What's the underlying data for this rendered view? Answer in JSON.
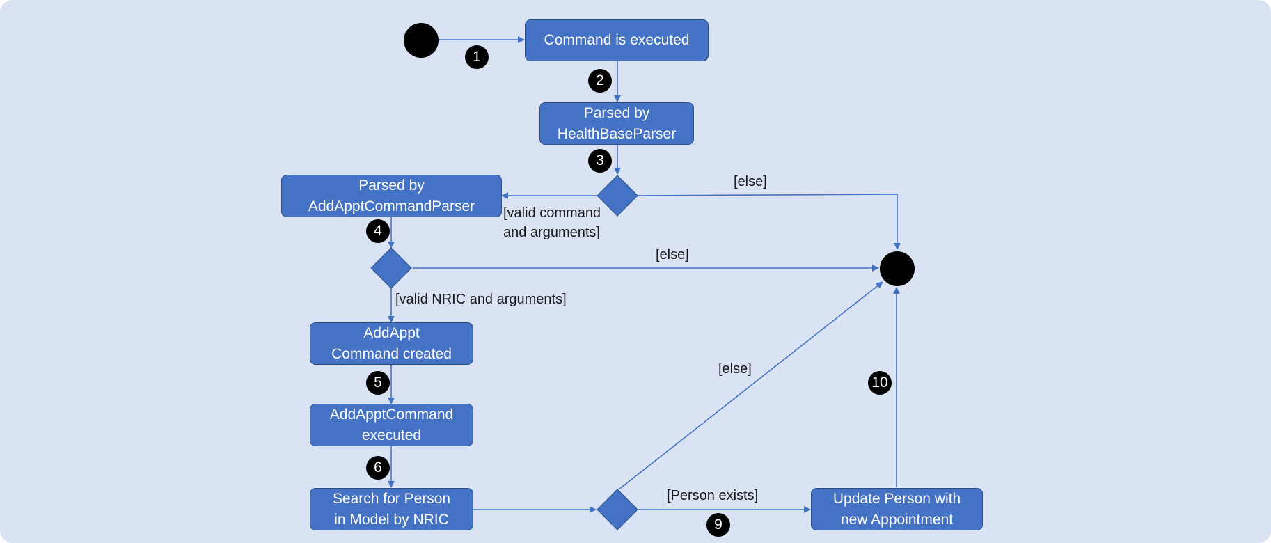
{
  "nodes": {
    "command_executed": [
      "Command is executed"
    ],
    "parsed_health": [
      "Parsed by",
      "HealthBaseParser"
    ],
    "parsed_addappt": [
      "Parsed by",
      "AddApptCommandParser"
    ],
    "command_created": [
      "AddAppt",
      "Command created"
    ],
    "command_exec": [
      "AddApptCommand",
      "executed"
    ],
    "search_person": [
      "Search for Person",
      "in Model by NRIC"
    ],
    "update_person": [
      "Update Person with",
      "new Appointment"
    ]
  },
  "guards": {
    "else_top": "[else]",
    "valid_command": [
      "[valid command",
      "and arguments]"
    ],
    "else_middle": "[else]",
    "valid_nric": "[valid NRIC and arguments]",
    "else_diag": "[else]",
    "person_exists": "[Person exists]"
  },
  "steps": [
    "1",
    "2",
    "3",
    "4",
    "5",
    "6",
    "9",
    "10"
  ],
  "colors": {
    "background": "#dae3f3",
    "node_fill": "#4472c4",
    "node_border": "#2f528f",
    "edge": "#4472c4",
    "marker": "#000000"
  }
}
